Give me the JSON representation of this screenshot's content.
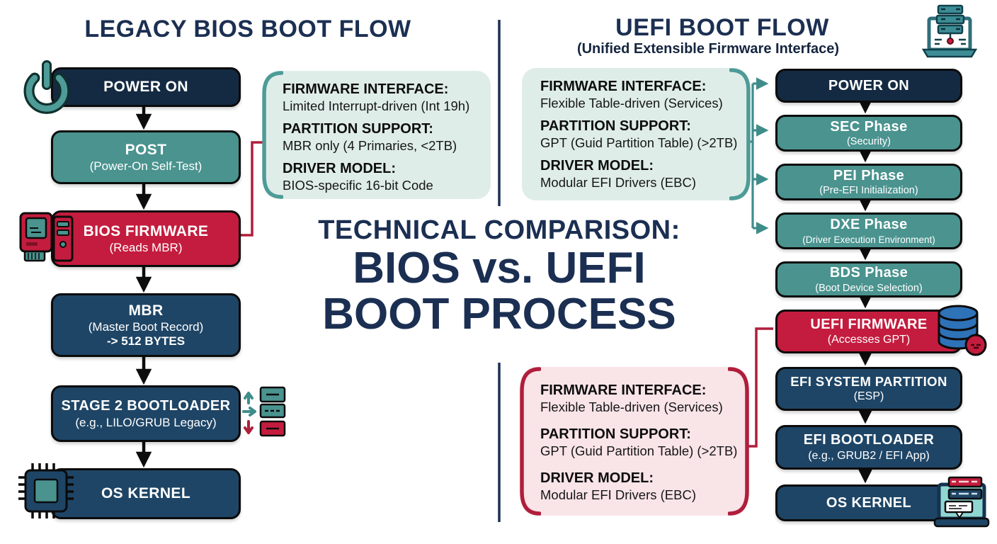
{
  "page": {
    "type": "infographic-diagram",
    "background": "#FFFFFF"
  },
  "colors": {
    "navy_dark": "#142A42",
    "navy": "#1E4566",
    "teal": "#4A938F",
    "crimson": "#C41C3E",
    "mint_bg": "#DFEDE9",
    "pink_bg": "#F9E4E8",
    "title_navy": "#1B2F52",
    "db_blue": "#2E72B8"
  },
  "icons": {
    "power": "power-icon",
    "retro_computer": "retro-computer-icon",
    "bootloader_files": "bootloader-files-icon",
    "cpu_chip": "cpu-chip-icon",
    "server_laptop": "server-laptop-icon",
    "database": "database-icon",
    "laptop_code": "laptop-code-icon"
  },
  "left": {
    "title": "LEGACY BIOS BOOT FLOW",
    "nodes": [
      {
        "title": "POWER ON"
      },
      {
        "title": "POST",
        "subtitle": "(Power-On Self-Test)"
      },
      {
        "title": "BIOS FIRMWARE",
        "subtitle": "(Reads MBR)"
      },
      {
        "title": "MBR",
        "subtitle": "(Master Boot Record)",
        "subtitle2": "-> 512 BYTES"
      },
      {
        "title": "STAGE 2 BOOTLOADER",
        "subtitle": "(e.g., LILO/GRUB Legacy)"
      },
      {
        "title": "OS KERNEL"
      }
    ]
  },
  "center": {
    "kicker": "TECHNICAL COMPARISON:",
    "title_line1": "BIOS vs. UEFI",
    "title_line2": "BOOT PROCESS"
  },
  "right": {
    "title": "UEFI BOOT FLOW",
    "subtitle": "(Unified Extensible Firmware Interface)",
    "nodes": [
      {
        "title": "POWER ON"
      },
      {
        "title": "SEC Phase",
        "subtitle": "(Security)"
      },
      {
        "title": "PEI Phase",
        "subtitle": "(Pre-EFI Initialization)"
      },
      {
        "title": "DXE Phase",
        "subtitle": "(Driver Execution Environment)"
      },
      {
        "title": "BDS Phase",
        "subtitle": "(Boot Device Selection)"
      },
      {
        "title": "UEFI FIRMWARE",
        "subtitle": "(Accesses GPT)"
      },
      {
        "title": "EFI SYSTEM PARTITION",
        "subtitle": "(ESP)"
      },
      {
        "title": "EFI BOOTLOADER",
        "subtitle": "(e.g., GRUB2 / EFI App)"
      },
      {
        "title": "OS KERNEL"
      }
    ]
  },
  "info_boxes": {
    "bios": {
      "fields": [
        {
          "label": "FIRMWARE INTERFACE:",
          "value": "Limited Interrupt-driven (Int 19h)"
        },
        {
          "label": "PARTITION SUPPORT:",
          "value": "MBR only (4 Primaries, <2TB)"
        },
        {
          "label": "DRIVER MODEL:",
          "value": "BIOS-specific 16-bit Code"
        }
      ]
    },
    "uefi_top": {
      "fields": [
        {
          "label": "FIRMWARE INTERFACE:",
          "value": "Flexible Table-driven (Services)"
        },
        {
          "label": "PARTITION SUPPORT:",
          "value": "GPT (Guid Partition Table) (>2TB)"
        },
        {
          "label": "DRIVER MODEL:",
          "value": "Modular EFI Drivers (EBC)"
        }
      ]
    },
    "uefi_bottom": {
      "fields": [
        {
          "label": "FIRMWARE INTERFACE:",
          "value": "Flexible Table-driven (Services)"
        },
        {
          "label": "PARTITION SUPPORT:",
          "value": "GPT (Guid Partition Table) (>2TB)"
        },
        {
          "label": "DRIVER MODEL:",
          "value": "Modular EFI Drivers (EBC)"
        }
      ]
    }
  }
}
